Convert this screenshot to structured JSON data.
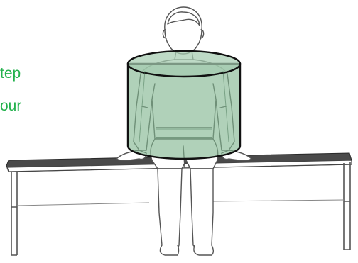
{
  "caption": {
    "line1": "tep",
    "line2": "our"
  },
  "colors": {
    "caption_text": "#22b14c",
    "cylinder_fill": "#a5ccb0",
    "cylinder_stroke": "#111111",
    "bench_top": "#4a4a4a",
    "figure_stroke": "#555555",
    "figure_fill": "#ffffff"
  },
  "icons": {
    "figure": "seated-person-illustration",
    "cylinder": "personal-space-cylinder",
    "bench": "bench"
  }
}
